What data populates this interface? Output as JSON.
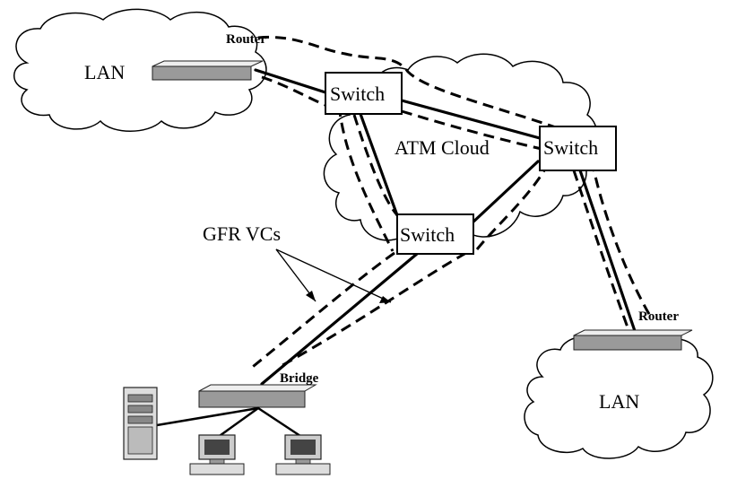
{
  "labels": {
    "lan_left": "LAN",
    "lan_right": "LAN",
    "router_top": "Router",
    "router_right": "Router",
    "switch_top": "Switch",
    "switch_right": "Switch",
    "switch_bottom": "Switch",
    "atm_cloud": "ATM Cloud",
    "gfr_vcs": "GFR VCs",
    "bridge": "Bridge"
  }
}
